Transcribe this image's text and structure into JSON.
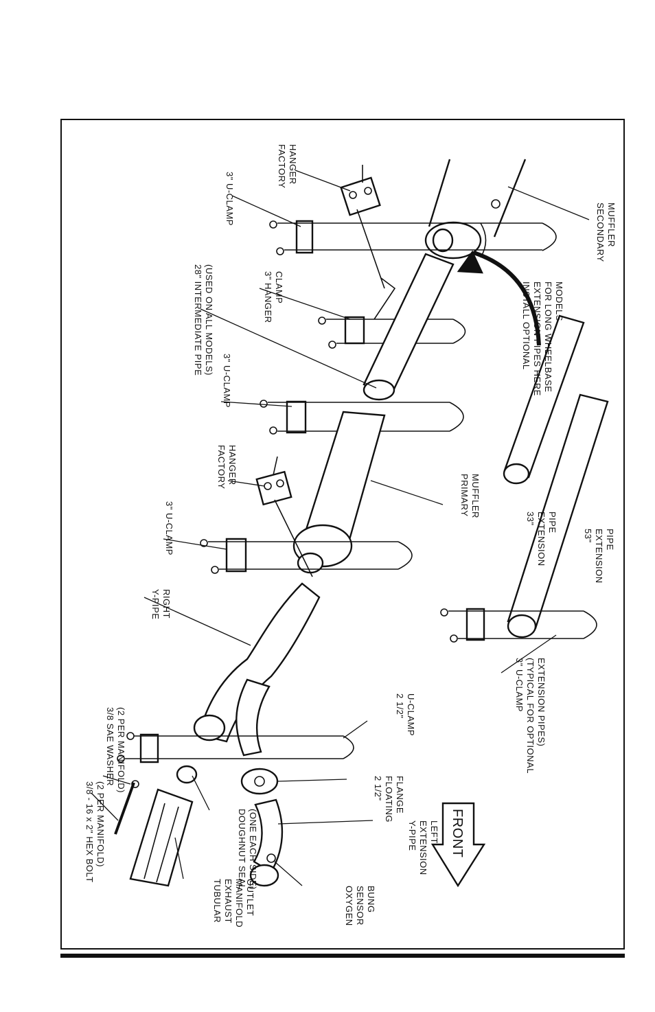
{
  "labels": {
    "secondary_muffler": [
      "SECONDARY",
      "MUFFLER"
    ],
    "factory_hanger_top": [
      "FACTORY",
      "HANGER"
    ],
    "u_clamp_top": [
      "3\" U-CLAMP"
    ],
    "hanger_clamp": [
      "3\" HANGER",
      "CLAMP"
    ],
    "intermediate_pipe": [
      "28\" INTERMEDIATE PIPE",
      "(USED ON ALL MODELS)"
    ],
    "install_optional": [
      "INSTALL OPTIONAL",
      "EXTENSION PIPES HERE",
      "FOR LONG WHEELBASE",
      "MODELS"
    ],
    "u_clamp_mid": [
      "3\" U-CLAMP"
    ],
    "factory_hanger_mid": [
      "FACTORY",
      "HANGER"
    ],
    "primary_muffler": [
      "PRIMARY",
      "MUFFLER"
    ],
    "ext_33": [
      "33\"",
      "EXTENSION",
      "PIPE"
    ],
    "ext_53": [
      "53\"",
      "EXTENSION",
      "PIPE"
    ],
    "u_clamp_low": [
      "3\" U-CLAMP"
    ],
    "y_pipe_right": [
      "Y-PIPE",
      "RIGHT"
    ],
    "u_clamp_typical": [
      "3\" U-CLAMP",
      "(TYPICAL FOR OPTIONAL",
      "EXTENSION PIPES)"
    ],
    "u_clamp_212": [
      "2 1/2\"",
      "U-CLAMP"
    ],
    "floating_flange": [
      "2 1/2\"",
      "FLOATING",
      "FLANGE"
    ],
    "sae_washer": [
      "3/8 SAE WASHER",
      "(2 PER MANIFOLD)"
    ],
    "hex_bolt": [
      "3/8 - 16 x 2\" HEX BOLT",
      "(2 PER MANIFOLD)"
    ],
    "doughnut_seal": [
      "DOUGHNUT SEAL",
      "(ONE EACH SIDE)"
    ],
    "y_pipe_ext_left": [
      "Y-PIPE",
      "EXTENSION",
      "LEFT"
    ],
    "manifold_outlet": [
      "TUBULAR",
      "EXHAUST",
      "MANIFOLD",
      "OUTLET"
    ],
    "oxygen_bung": [
      "OXYGEN",
      "SENSOR",
      "BUNG"
    ],
    "front": "FRONT"
  }
}
